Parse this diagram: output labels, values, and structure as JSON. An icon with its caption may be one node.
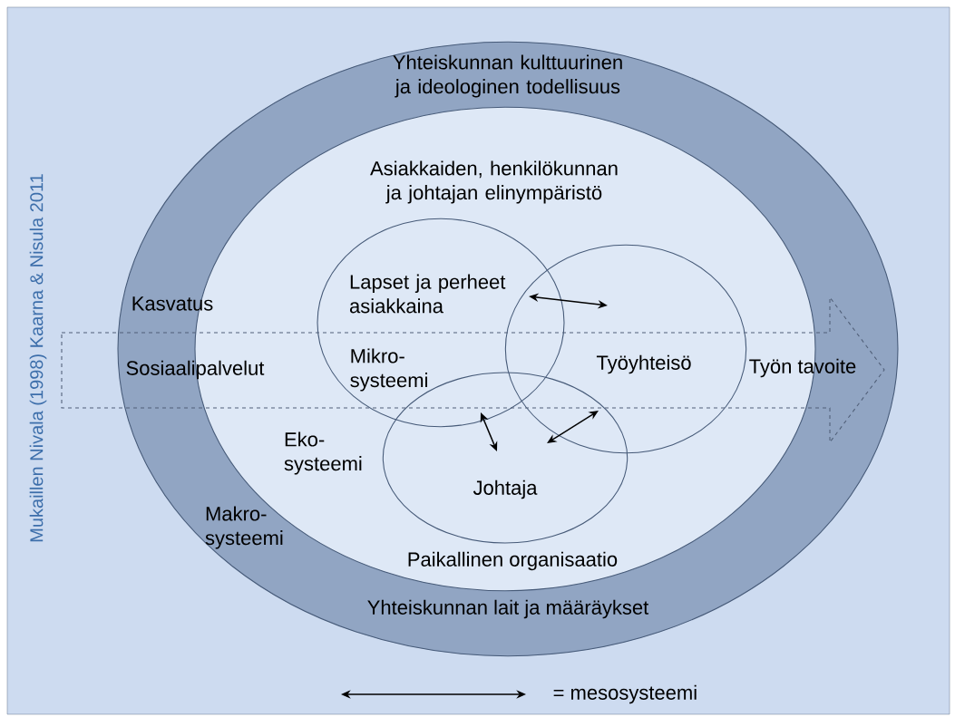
{
  "diagram": {
    "nodes": [
      {
        "text": [
          "Yhteiskunnan kulttuurinen ja ideologinen todellisuus",
          "Kasvatus",
          "Makro-systeemi",
          "Yhteiskunnan lait ja määräykset"
        ]
      },
      {
        "text": [
          "Asiakkaiden, henkilökunnan ja johtajan elinympäristö",
          "Eko-systeemi",
          "Paikallinen organisaatio"
        ],
        "in": 0
      },
      {
        "text": [
          "Lapset ja perheet asiakkaina",
          "Mikro-systeemi"
        ],
        "in": 1
      },
      {
        "text": [
          "Työyhteisö"
        ],
        "in": 1
      },
      {
        "text": [
          "Johtaja"
        ],
        "in": 1
      },
      {
        "text": [
          "Sosiaalipalvelut",
          "Työn tavoite"
        ]
      }
    ],
    "edges": [
      {
        "from": 2,
        "to": 3,
        "arrow": "both"
      },
      {
        "from": 2,
        "to": 4,
        "arrow": "both"
      },
      {
        "from": 3,
        "to": 4,
        "arrow": "both"
      }
    ],
    "labels": [
      "Mukaillen Nivala (1998) Kaarna & Nisula 2011"
    ],
    "legend": [
      {
        "text": "= mesosysteemi"
      }
    ]
  }
}
